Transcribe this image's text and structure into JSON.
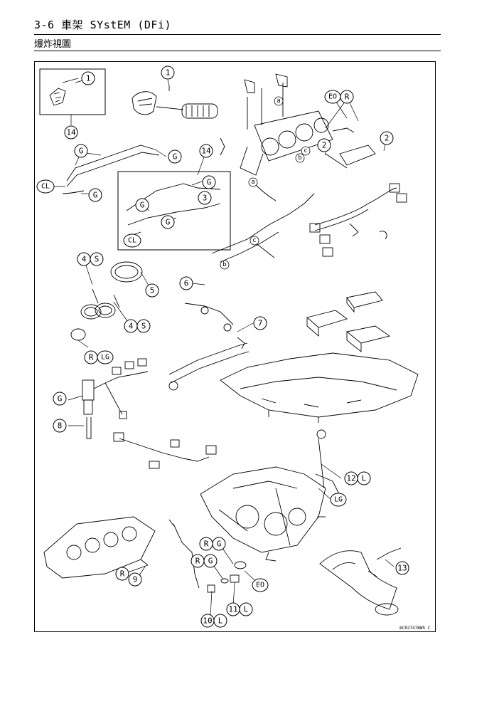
{
  "header": {
    "title": "3-6 車架 SYstEM (DFi)",
    "subtitle": "爆炸視圖"
  },
  "figure_code": "6C02747BW5 C",
  "callouts": {
    "c1": "1",
    "c1b": "1",
    "c2": "2",
    "c2b": "2",
    "c3": "3",
    "c4a": "4",
    "c4a_s": "S",
    "c4b": "4",
    "c4b_s": "S",
    "c5": "5",
    "c6": "6",
    "c7": "7",
    "c8": "8",
    "c9": "9",
    "c10": "10",
    "c10_l": "L",
    "c11": "11",
    "c11_l": "L",
    "c12": "12",
    "c12_l": "L",
    "c13": "13",
    "c14a": "14",
    "c14b": "14",
    "lg1": "LG",
    "lg2": "LG",
    "eo1": "EO",
    "eo2": "EO",
    "ra": "R",
    "rb": "R",
    "rc": "R",
    "rd": "R",
    "re": "R",
    "ga": "G",
    "gb": "G",
    "gc": "G",
    "gd": "G",
    "ge": "G",
    "gf": "G",
    "gg": "G",
    "gh": "G",
    "gi": "G",
    "cl1": "CL",
    "cl2": "CL",
    "la": "a",
    "lb": "a",
    "lc": "b",
    "ld": "b",
    "le": "c",
    "lf": "c"
  }
}
